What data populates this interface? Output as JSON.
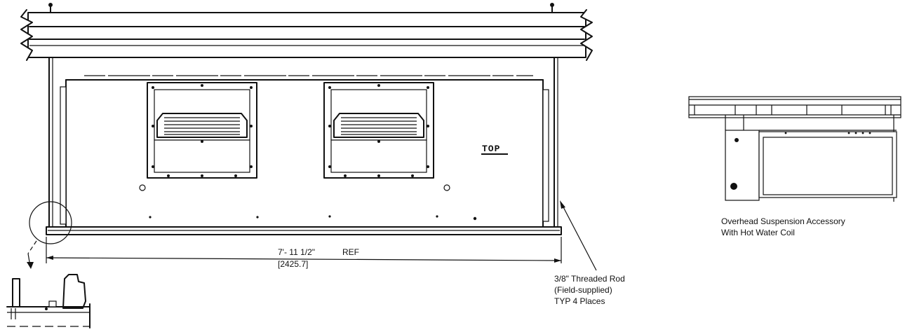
{
  "main_view": {
    "top_label": "TOP",
    "dimension": {
      "imperial": "7'- 11 1/2\"",
      "ref": "REF",
      "metric": "[2425.7]"
    },
    "rod_callout": {
      "line1": "3/8\" Threaded Rod",
      "line2": "(Field-supplied)",
      "line3": "TYP 4 Places"
    }
  },
  "side_view": {
    "caption_line1": "Overhead Suspension Accessory",
    "caption_line2": "With Hot Water Coil"
  }
}
